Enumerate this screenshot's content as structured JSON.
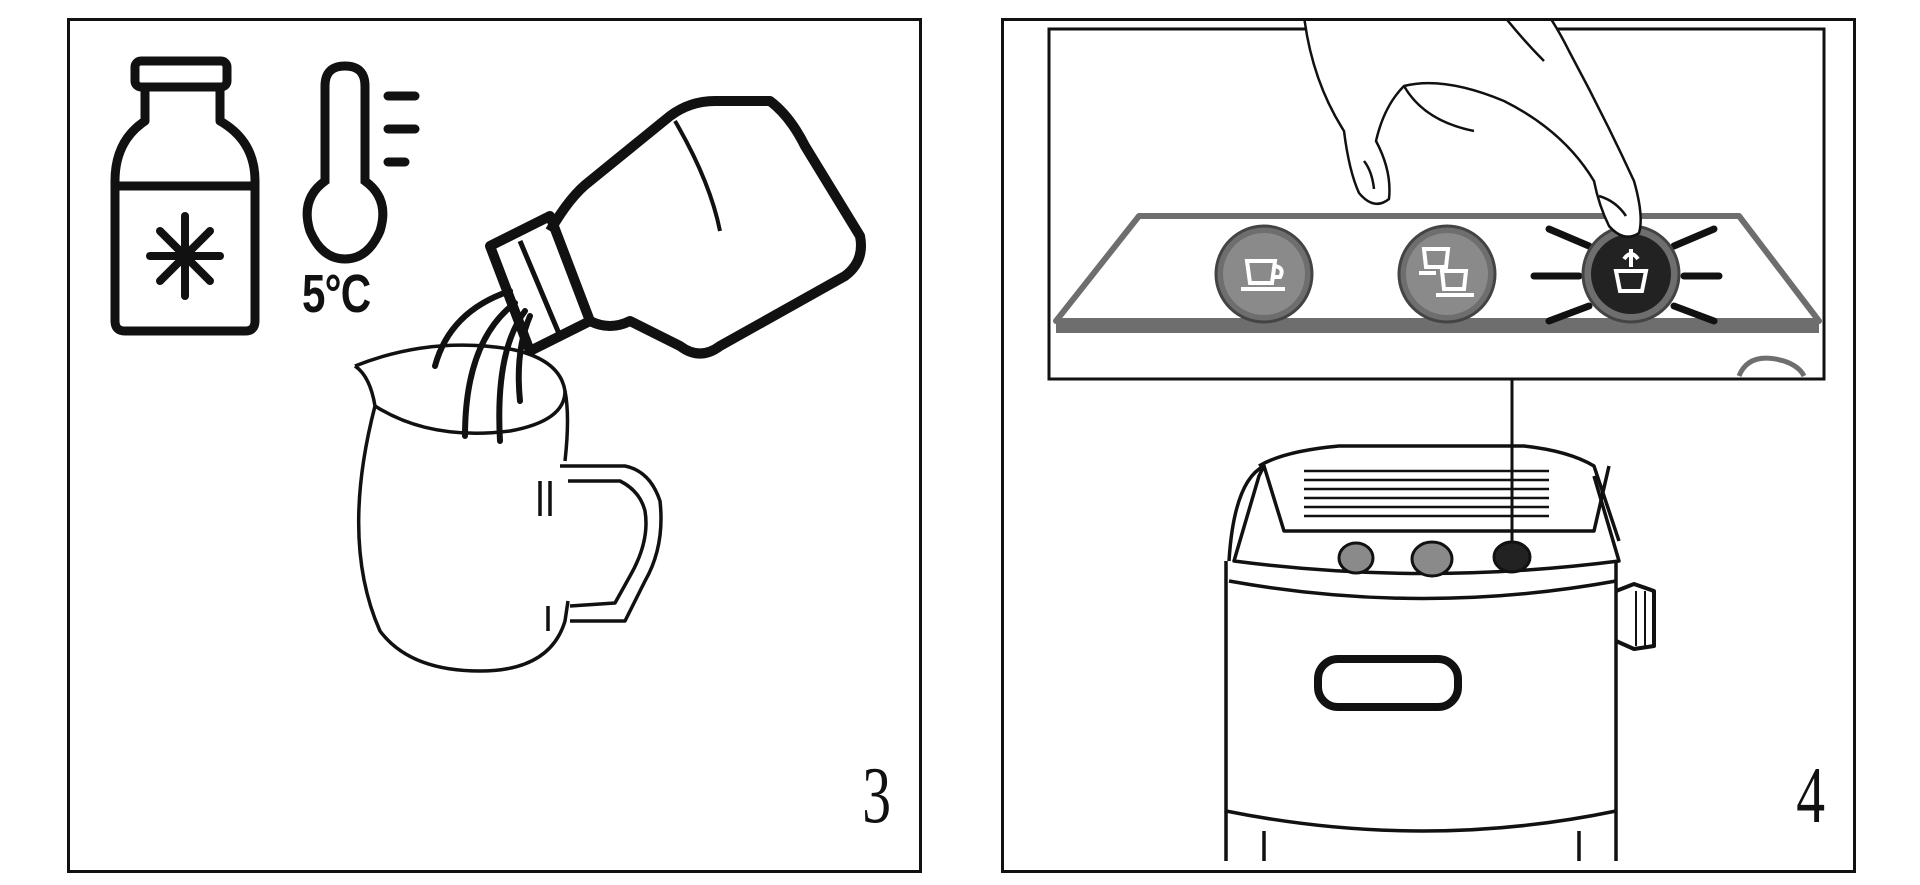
{
  "panels": [
    {
      "step": "3",
      "temperature": "5°C",
      "icons": [
        "milk-bottle-icon",
        "snowflake-icon",
        "thermometer-icon",
        "pouring-bottle-icon",
        "milk-jug-icon"
      ]
    },
    {
      "step": "4",
      "icons": [
        "control-panel",
        "hand-pointer-icon",
        "single-cup-icon",
        "double-cup-icon",
        "milk-froth-icon",
        "coffee-machine-icon"
      ],
      "buttons": [
        "single-cup",
        "double-cup",
        "milk-froth"
      ],
      "active_button": "milk-froth"
    }
  ],
  "colors": {
    "line": "#111111",
    "button_fill": "#8a8a8a",
    "active_button_fill": "#222222",
    "panel_bar": "#6e6e6e"
  }
}
